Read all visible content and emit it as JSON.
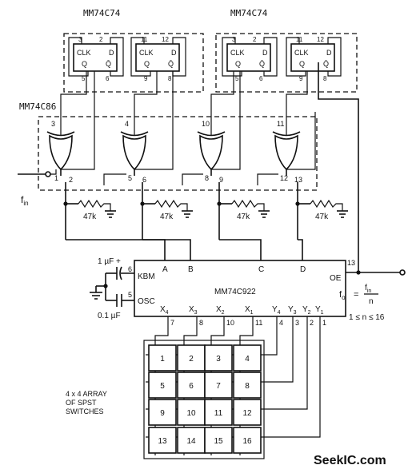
{
  "ff_chip_label": "MM74C74",
  "xor_chip_label": "MM74C86",
  "encoder_label": "MM74C922",
  "flipflops": [
    {
      "pins_top": [
        "3",
        "2"
      ],
      "pins_bottom": [
        "5",
        "6"
      ],
      "clk": "CLK",
      "d": "D",
      "q": "Q",
      "qbar": "Q̄"
    },
    {
      "pins_top": [
        "11",
        "12"
      ],
      "pins_bottom": [
        "9",
        "8"
      ],
      "clk": "CLK",
      "d": "D",
      "q": "Q",
      "qbar": "Q̄"
    },
    {
      "pins_top": [
        "3",
        "2"
      ],
      "pins_bottom": [
        "5",
        "6"
      ],
      "clk": "CLK",
      "d": "D",
      "q": "Q",
      "qbar": "Q̄"
    },
    {
      "pins_top": [
        "11",
        "12"
      ],
      "pins_bottom": [
        "9",
        "8"
      ],
      "clk": "CLK",
      "d": "D",
      "q": "Q",
      "qbar": "Q̄"
    }
  ],
  "xor_gates": [
    {
      "in_top": "3",
      "in_left": "1",
      "out": "2"
    },
    {
      "in_top": "4",
      "in_left": "5",
      "out": "6"
    },
    {
      "in_top": "10",
      "in_left": "8",
      "out": "9"
    },
    {
      "in_top": "11",
      "in_left": "12",
      "out": "13"
    }
  ],
  "resistor_value": "47k",
  "input_label": "f",
  "input_sub": "in",
  "encoder_inputs": [
    "A",
    "B",
    "C",
    "D"
  ],
  "kbm_label": "KBM",
  "osc_label": "OSC",
  "oe_label": "OE",
  "kbm_pin": "6",
  "osc_pin": "5",
  "oe_pin": "13",
  "cap_top": "1 µF +",
  "cap_bottom": "0.1 µF",
  "x_cols": [
    {
      "name": "X",
      "sub": "4",
      "pin": "7"
    },
    {
      "name": "X",
      "sub": "3",
      "pin": "8"
    },
    {
      "name": "X",
      "sub": "2",
      "pin": "10"
    },
    {
      "name": "X",
      "sub": "1",
      "pin": "11"
    }
  ],
  "y_rows": [
    {
      "name": "Y",
      "sub": "4",
      "pin": "4"
    },
    {
      "name": "Y",
      "sub": "3",
      "pin": "3"
    },
    {
      "name": "Y",
      "sub": "2",
      "pin": "2"
    },
    {
      "name": "Y",
      "sub": "1",
      "pin": "1"
    }
  ],
  "formula": {
    "lhs": "f",
    "lhs_sub": "o",
    "eq": "=",
    "num": "f",
    "num_sub": "in",
    "den": "n"
  },
  "range_text": "1 ≤ n ≤ 16",
  "keys": [
    "1",
    "2",
    "3",
    "4",
    "5",
    "6",
    "7",
    "8",
    "9",
    "10",
    "11",
    "12",
    "13",
    "14",
    "15",
    "16"
  ],
  "array_caption": [
    "4 x 4 ARRAY",
    "OF SPST",
    "SWITCHES"
  ],
  "watermark": "SeekIC.com"
}
